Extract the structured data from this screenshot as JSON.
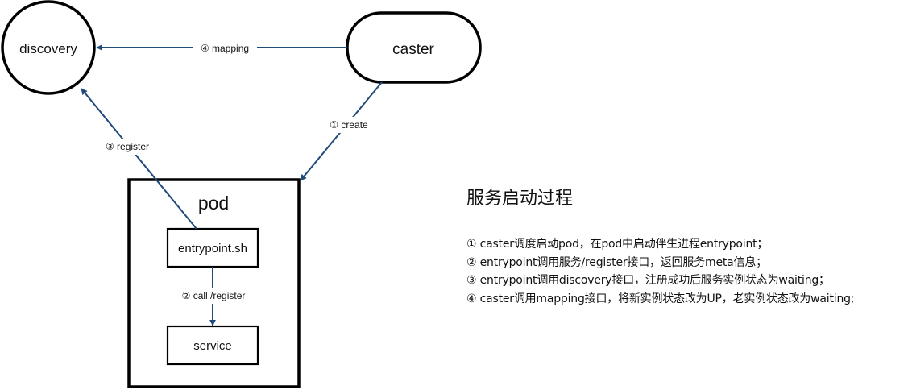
{
  "nodes": {
    "discovery": "discovery",
    "caster": "caster",
    "pod": "pod",
    "entrypoint": "entrypoint.sh",
    "service": "service"
  },
  "edges": {
    "mapping": "④ mapping",
    "create": "① create",
    "register": "③  register",
    "call_register": "② call /register"
  },
  "notes": {
    "title": "服务启动过程",
    "steps": [
      "① caster调度启动pod，在pod中启动伴生进程entrypoint；",
      "② entrypoint调用服务/register接口，返回服务meta信息；",
      "③ entrypoint调用discovery接口，注册成功后服务实例状态为waiting；",
      "④ caster调用mapping接口，将新实例状态改为UP，老实例状态改为waiting;"
    ]
  },
  "colors": {
    "arrow": "#1f4a7a",
    "outline": "#000000",
    "background": "#ffffff"
  }
}
